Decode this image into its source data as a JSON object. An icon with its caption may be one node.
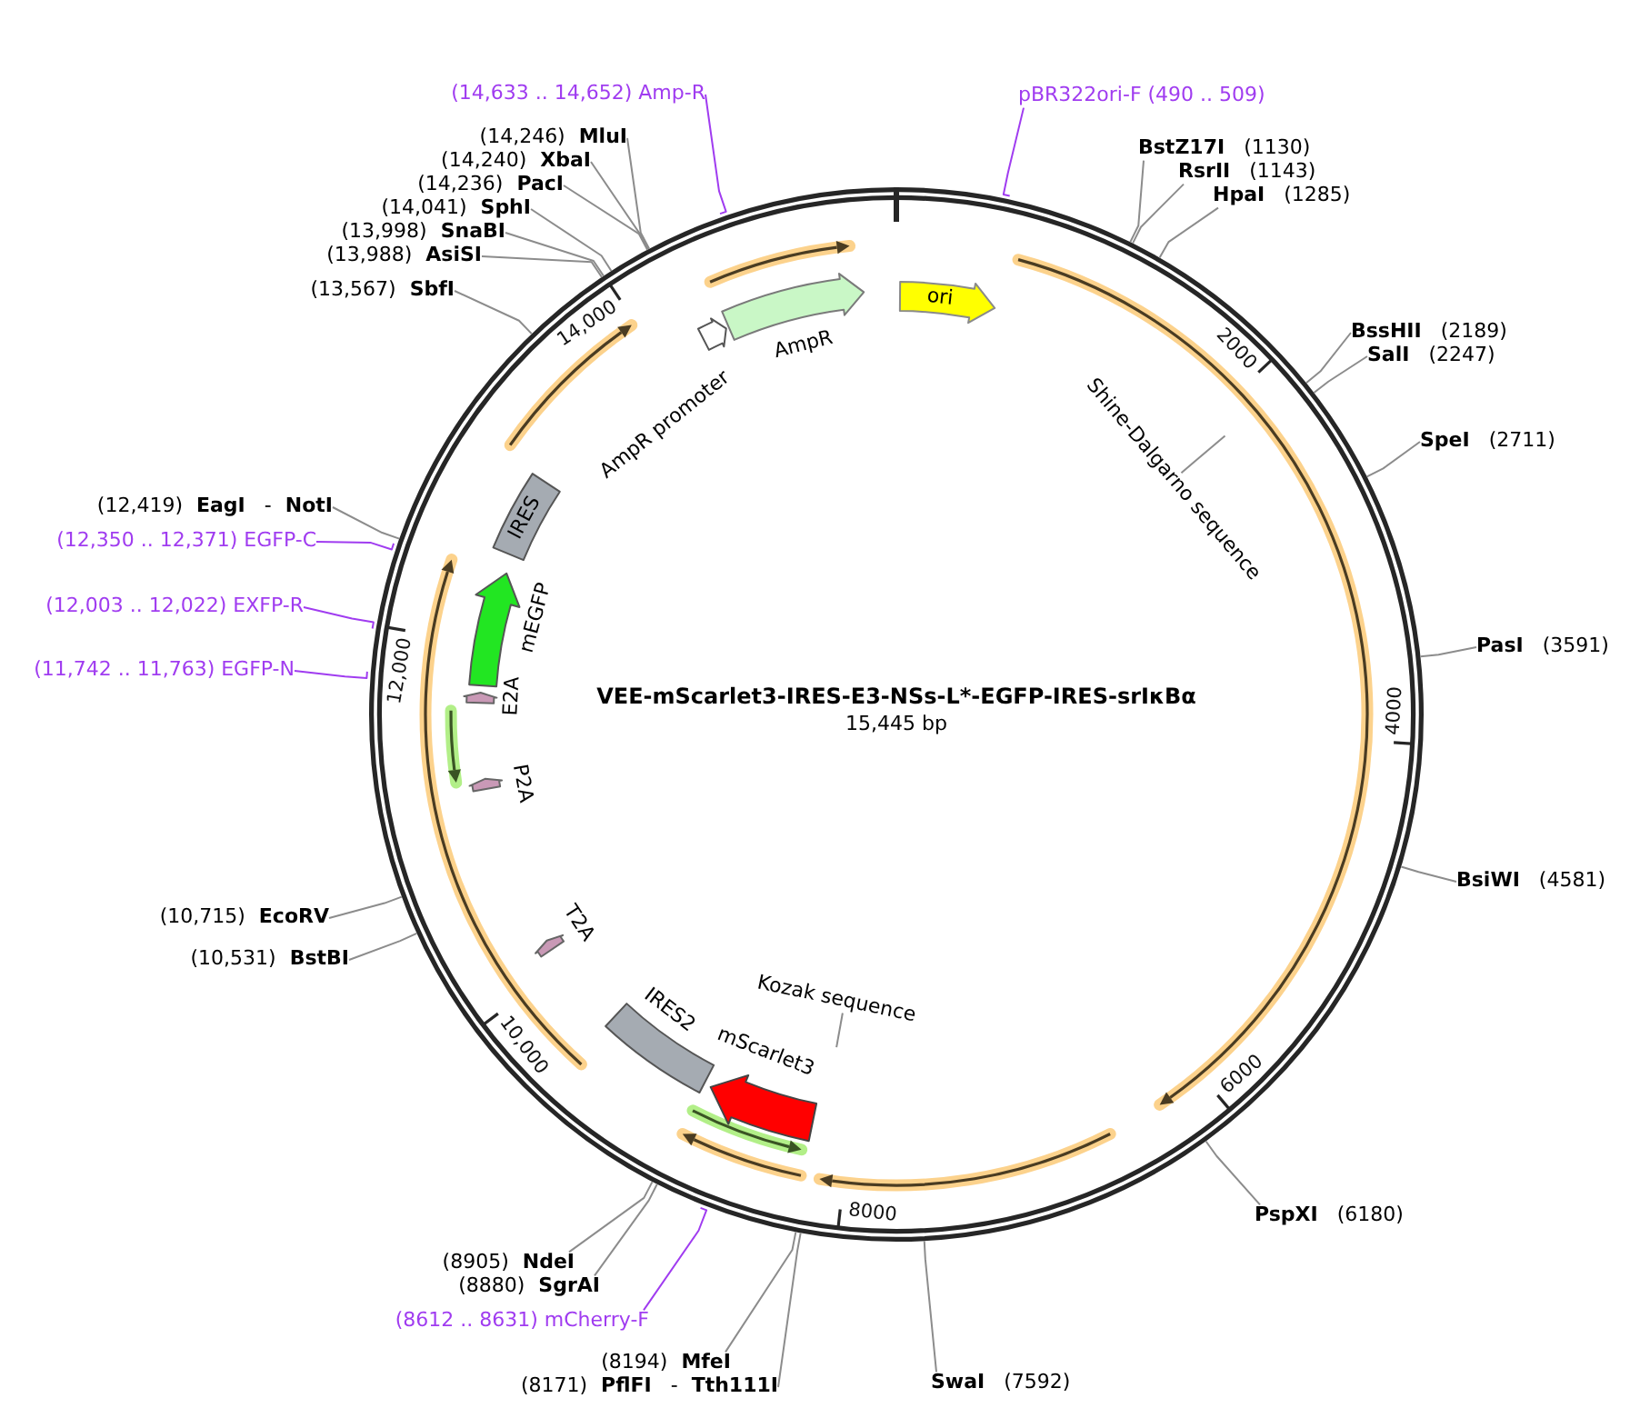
{
  "diagram": {
    "nodes": [
      {
        "text": [
          "VEE-mScarlet3-IRES-E3-NSs-L*-EGFP-IRES-srIκBα",
          "15,445 bp"
        ]
      },
      {
        "text": [
          "ori"
        ],
        "in": 0
      },
      {
        "text": [
          "Shine-Dalgarno sequence"
        ],
        "in": 0
      },
      {
        "text": [
          "Kozak sequence"
        ],
        "in": 0
      },
      {
        "text": [
          "mScarlet3"
        ],
        "in": 0
      },
      {
        "text": [
          "IRES2"
        ],
        "in": 0
      },
      {
        "text": [
          "T2A"
        ],
        "in": 0
      },
      {
        "text": [
          "P2A"
        ],
        "in": 0
      },
      {
        "text": [
          "E2A"
        ],
        "in": 0
      },
      {
        "text": [
          "mEGFP"
        ],
        "in": 0
      },
      {
        "text": [
          "IRES"
        ],
        "in": 0
      },
      {
        "text": [
          "AmpR promoter"
        ],
        "in": 0
      },
      {
        "text": [
          "AmpR"
        ],
        "in": 0
      },
      {
        "text": [
          "pBR322ori-F (490 .. 509)"
        ]
      },
      {
        "text": [
          "**BstZ17I** (1130)"
        ]
      },
      {
        "text": [
          "**RsrII** (1143)"
        ]
      },
      {
        "text": [
          "**HpaI** (1285)"
        ]
      },
      {
        "text": [
          "**BssHII** (2189)"
        ]
      },
      {
        "text": [
          "**SalI** (2247)"
        ]
      },
      {
        "text": [
          "**SpeI** (2711)"
        ]
      },
      {
        "text": [
          "**PasI** (3591)"
        ]
      },
      {
        "text": [
          "**BsiWI** (4581)"
        ]
      },
      {
        "text": [
          "**PspXI** (6180)"
        ]
      },
      {
        "text": [
          "**SwaI** (7592)"
        ]
      },
      {
        "text": [
          "(8171) **PflFI** - **Tth111I**"
        ]
      },
      {
        "text": [
          "(8194) **MfeI**"
        ]
      },
      {
        "text": [
          "(8612 .. 8631) mCherry-F"
        ]
      },
      {
        "text": [
          "(8880) **SgrAI**"
        ]
      },
      {
        "text": [
          "(8905) **NdeI**"
        ]
      },
      {
        "text": [
          "(10,531) **BstBI**"
        ]
      },
      {
        "text": [
          "(10,715) **EcoRV**"
        ]
      },
      {
        "text": [
          "(11,742 .. 11,763) EGFP-N"
        ]
      },
      {
        "text": [
          "(12,003 .. 12,022) EXFP-R"
        ]
      },
      {
        "text": [
          "(12,350 .. 12,371) EGFP-C"
        ]
      },
      {
        "text": [
          "(12,419) **EagI** - **NotI**"
        ]
      },
      {
        "text": [
          "(13,567) **SbfI**"
        ]
      },
      {
        "text": [
          "(13,988) **AsiSI**"
        ]
      },
      {
        "text": [
          "(13,998) **SnaBI**"
        ]
      },
      {
        "text": [
          "(14,041) **SphI**"
        ]
      },
      {
        "text": [
          "(14,236) **PacI**"
        ]
      },
      {
        "text": [
          "(14,240) **XbaI**"
        ]
      },
      {
        "text": [
          "(14,246) **MluI**"
        ]
      },
      {
        "text": [
          "(14,633 .. 14,652) Amp-R"
        ]
      }
    ],
    "edges": [
      {
        "from": 2,
        "to": null,
        "arrow": "none"
      },
      {
        "from": 3,
        "to": null,
        "arrow": "none"
      },
      {
        "from": 13,
        "to": 0,
        "arrow": "none",
        "color": "#a03cf0"
      },
      {
        "from": 14,
        "to": 0,
        "arrow": "none"
      },
      {
        "from": 15,
        "to": 0,
        "arrow": "none"
      },
      {
        "from": 16,
        "to": 0,
        "arrow": "none"
      },
      {
        "from": 17,
        "to": 0,
        "arrow": "none"
      },
      {
        "from": 18,
        "to": 0,
        "arrow": "none"
      },
      {
        "from": 19,
        "to": 0,
        "arrow": "none"
      },
      {
        "from": 20,
        "to": 0,
        "arrow": "none"
      },
      {
        "from": 21,
        "to": 0,
        "arrow": "none"
      },
      {
        "from": 22,
        "to": 0,
        "arrow": "none"
      },
      {
        "from": 23,
        "to": 0,
        "arrow": "none"
      },
      {
        "from": 24,
        "to": 0,
        "arrow": "none"
      },
      {
        "from": 25,
        "to": 0,
        "arrow": "none"
      },
      {
        "from": 26,
        "to": 0,
        "arrow": "none",
        "color": "#a03cf0"
      },
      {
        "from": 27,
        "to": 0,
        "arrow": "none"
      },
      {
        "from": 28,
        "to": 0,
        "arrow": "none"
      },
      {
        "from": 29,
        "to": 0,
        "arrow": "none"
      },
      {
        "from": 30,
        "to": 0,
        "arrow": "none"
      },
      {
        "from": 31,
        "to": 0,
        "arrow": "none",
        "color": "#a03cf0"
      },
      {
        "from": 32,
        "to": 0,
        "arrow": "none",
        "color": "#a03cf0"
      },
      {
        "from": 33,
        "to": 0,
        "arrow": "none",
        "color": "#a03cf0"
      },
      {
        "from": 34,
        "to": 0,
        "arrow": "none"
      },
      {
        "from": 35,
        "to": 0,
        "arrow": "none"
      },
      {
        "from": 36,
        "to": 0,
        "arrow": "none"
      },
      {
        "from": 37,
        "to": 0,
        "arrow": "none"
      },
      {
        "from": 38,
        "to": 0,
        "arrow": "none"
      },
      {
        "from": 39,
        "to": 0,
        "arrow": "none"
      },
      {
        "from": 40,
        "to": 0,
        "arrow": "none"
      },
      {
        "from": 41,
        "to": 0,
        "arrow": "none"
      },
      {
        "from": 42,
        "to": 0,
        "arrow": "none",
        "color": "#a03cf0"
      }
    ],
    "labels": [
      "2000",
      "4000",
      "6000",
      "8000",
      "10,000",
      "12,000",
      "14,000"
    ]
  }
}
